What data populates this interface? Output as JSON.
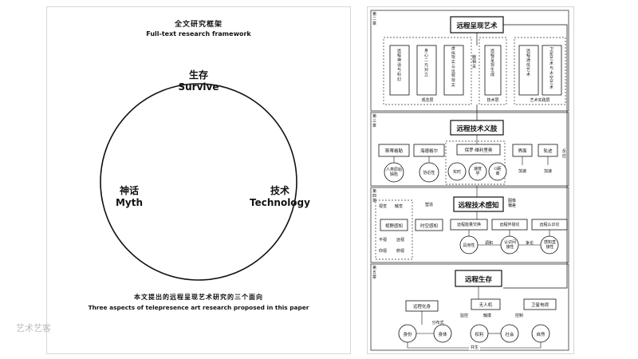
{
  "left": {
    "title_cn": "全文研究框架",
    "title_en": "Full-text research framework",
    "nodes": [
      {
        "cn": "生存",
        "en": "Survive"
      },
      {
        "cn": "神话",
        "en": "Myth"
      },
      {
        "cn": "技术",
        "en": "Technology"
      }
    ],
    "caption_cn": "本文提出的远程呈现艺术研究的三个面向",
    "caption_en": "Three aspects of telepresence art research proposed in this paper"
  },
  "right": {
    "ch2": {
      "tag": "第二章",
      "main": "远程呈现艺术",
      "boxes": [
        "远程神话与科幻",
        "身心二元对立",
        "虚拟现实与远程现实",
        "远程呈现生成",
        "远程通信艺术",
        "卫星艺术与太空艺术"
      ],
      "connector": "脑相关",
      "group_labels": [
        "观念层",
        "技术层",
        "艺术实践层"
      ]
    },
    "ch3": {
      "tag": "第三章",
      "main": "远程技术义肢",
      "persons": [
        "斯蒂格勒",
        "海德格尔",
        "保罗·维利里奥",
        "界面",
        "轨迹"
      ],
      "concepts": [
        "人类原始缺陷",
        "协近性",
        "实时",
        "速度学",
        "O距离"
      ],
      "labels": [
        "加速",
        "加速",
        "反应"
      ]
    },
    "ch4": {
      "tag": "第四章",
      "main": "远程技术感知",
      "side_top": [
        "视觉",
        "触觉"
      ],
      "side_boxes": [
        "视野感知",
        "时空感知"
      ],
      "small": [
        "平视",
        "远视",
        "俯视",
        "仰视"
      ],
      "links": [
        "塑造",
        "图像偏差",
        "调和",
        "争论"
      ],
      "subs": [
        "远程能量交换",
        "远程怀疑论",
        "远程认识论"
      ],
      "circles": [
        "具身性",
        "认识间接性",
        "感知直接性"
      ]
    },
    "ch5": {
      "tag": "第五章",
      "main": "远程生存",
      "boxes": [
        "远程化身",
        "无人机",
        "卫星电视"
      ],
      "circles": [
        "身份",
        "身体",
        "权利",
        "社会",
        "自然"
      ],
      "labels": [
        "分布式",
        "监控",
        "触摸",
        "控制",
        "共生"
      ]
    }
  },
  "watermark": "艺术艺客"
}
